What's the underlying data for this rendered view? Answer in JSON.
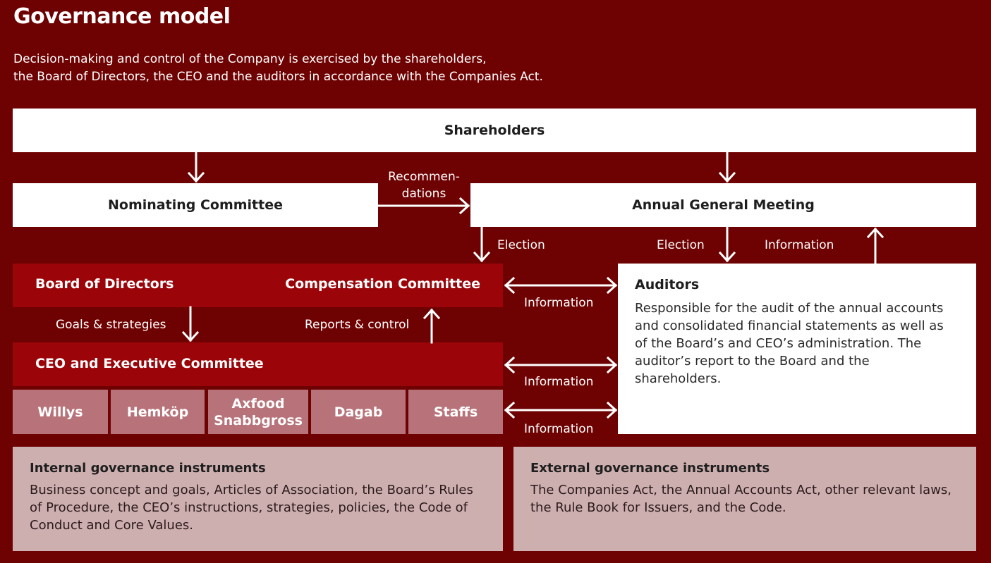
{
  "title": "Governance model",
  "intro_line1": "Decision-making and control of the Company is exercised by the shareholders,",
  "intro_line2": "the Board of Directors, the CEO and the auditors in accordance with the Companies Act.",
  "boxes": {
    "shareholders": "Shareholders",
    "nominating_committee": "Nominating Committee",
    "annual_general_meeting": "Annual General Meeting",
    "board_of_directors": "Board of Directors",
    "compensation_committee": "Compensation Committee",
    "ceo_executive_committee": "CEO and Executive Committee",
    "auditors_title": "Auditors",
    "auditors_text": "Responsible for the audit of the annual accounts and consolidated financial statements as well as of the Board’s and CEO’s administration. The auditor’s report to the Board and the shareholders."
  },
  "units": [
    {
      "line1": "Willys",
      "line2": ""
    },
    {
      "line1": "Hemköp",
      "line2": ""
    },
    {
      "line1": "Axfood",
      "line2": "Snabbgross"
    },
    {
      "line1": "Dagab",
      "line2": ""
    },
    {
      "line1": "Staffs",
      "line2": ""
    }
  ],
  "labels": {
    "recommendations_line1": "Recommen-",
    "recommendations_line2": "dations",
    "election_left": "Election",
    "election_right": "Election",
    "information_top": "Information",
    "goals_strategies": "Goals & strategies",
    "reports_control": "Reports & control",
    "information_board": "Information",
    "information_ceo": "Information",
    "information_units": "Information"
  },
  "internal": {
    "title": "Internal governance instruments",
    "text": "Business concept and goals, Articles of Association, the Board’s Rules of Procedure, the CEO’s instructions, strategies, policies, the Code of Conduct and Core Values."
  },
  "external": {
    "title": "External governance instruments",
    "text": "The Companies Act, the Annual Accounts Act, other relevant laws, the Rule Book for Issuers, and the Code."
  },
  "colors": {
    "background": "#6e0202",
    "red_box": "#9b0509",
    "unit_box": "#b77379",
    "instrument_box": "#ceafb0",
    "white_box": "#ffffff"
  }
}
